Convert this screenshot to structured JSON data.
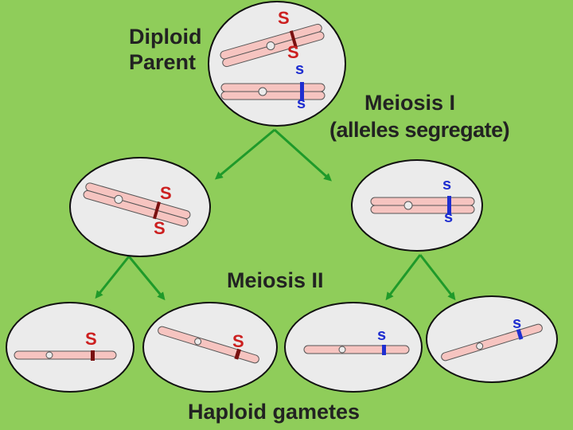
{
  "labels": {
    "diploid_parent_line1": "Diploid",
    "diploid_parent_line2": "Parent",
    "meiosis_1": "Meiosis I",
    "meiosis_1_note": "(alleles segregate)",
    "meiosis_2": "Meiosis II",
    "haploid_gametes": "Haploid gametes"
  },
  "alleles": {
    "dominant": "S",
    "recessive": "s"
  },
  "colors": {
    "background": "#8fcd5a",
    "cell_fill": "#ebebeb",
    "chromosome_fill": "#f6c4c0",
    "arrow": "#1f9a2a",
    "dominant_allele": "#cc1f1f",
    "recessive_allele": "#1f2ed0"
  }
}
